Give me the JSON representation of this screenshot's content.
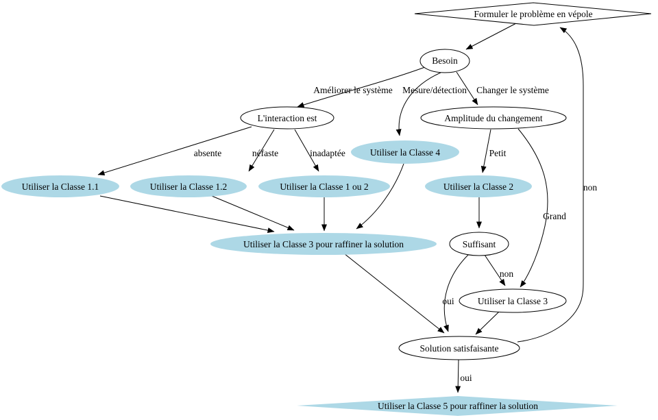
{
  "diagram": {
    "kind": "flowchart-decision-tree",
    "language": "fr",
    "background": "#ffffff"
  },
  "colors": {
    "highlight_node_fill": "#add8e6",
    "plain_node_fill": "#ffffff",
    "node_stroke": "#000000",
    "edge_stroke": "#000000",
    "text": "#000000"
  },
  "nodes": {
    "formuler": {
      "label": "Formuler le problème en vépole",
      "shape": "diamond",
      "fill": "white"
    },
    "besoin": {
      "label": "Besoin",
      "shape": "ellipse",
      "fill": "white"
    },
    "interaction": {
      "label": "L'interaction est",
      "shape": "ellipse",
      "fill": "white"
    },
    "amplitude": {
      "label": "Amplitude du changement",
      "shape": "ellipse",
      "fill": "white"
    },
    "classe4": {
      "label": "Utiliser la Classe 4",
      "shape": "ellipse",
      "fill": "lightblue"
    },
    "classe11": {
      "label": "Utiliser la Classe 1.1",
      "shape": "ellipse",
      "fill": "lightblue"
    },
    "classe12": {
      "label": "Utiliser la Classe 1.2",
      "shape": "ellipse",
      "fill": "lightblue"
    },
    "classe1ou2": {
      "label": "Utiliser la Classe 1 ou 2",
      "shape": "ellipse",
      "fill": "lightblue"
    },
    "classe2": {
      "label": "Utiliser la Classe 2",
      "shape": "ellipse",
      "fill": "lightblue"
    },
    "classe3raff": {
      "label": "Utiliser la Classe 3 pour raffiner la solution",
      "shape": "ellipse",
      "fill": "lightblue"
    },
    "suffisant": {
      "label": "Suffisant",
      "shape": "ellipse",
      "fill": "white"
    },
    "classe3": {
      "label": "Utiliser la Classe 3",
      "shape": "ellipse",
      "fill": "white"
    },
    "solution": {
      "label": "Solution satisfaisante",
      "shape": "ellipse",
      "fill": "white"
    },
    "classe5": {
      "label": "Utiliser la Classe 5 pour raffiner la solution",
      "shape": "diamond",
      "fill": "lightblue"
    }
  },
  "edges": [
    {
      "from": "formuler",
      "to": "besoin",
      "label": ""
    },
    {
      "from": "besoin",
      "to": "interaction",
      "label": "Améliorer le système"
    },
    {
      "from": "besoin",
      "to": "classe4",
      "label": "Mesure/détection"
    },
    {
      "from": "besoin",
      "to": "amplitude",
      "label": "Changer le système"
    },
    {
      "from": "interaction",
      "to": "classe11",
      "label": "absente"
    },
    {
      "from": "interaction",
      "to": "classe12",
      "label": "néfaste"
    },
    {
      "from": "interaction",
      "to": "classe1ou2",
      "label": "inadaptée"
    },
    {
      "from": "amplitude",
      "to": "classe2",
      "label": "Petit"
    },
    {
      "from": "amplitude",
      "to": "classe3",
      "label": "Grand"
    },
    {
      "from": "classe11",
      "to": "classe3raff",
      "label": ""
    },
    {
      "from": "classe12",
      "to": "classe3raff",
      "label": ""
    },
    {
      "from": "classe1ou2",
      "to": "classe3raff",
      "label": ""
    },
    {
      "from": "classe4",
      "to": "classe3raff",
      "label": ""
    },
    {
      "from": "classe2",
      "to": "suffisant",
      "label": ""
    },
    {
      "from": "suffisant",
      "to": "classe3",
      "label": "non"
    },
    {
      "from": "suffisant",
      "to": "solution",
      "label": "oui"
    },
    {
      "from": "classe3",
      "to": "solution",
      "label": ""
    },
    {
      "from": "classe3raff",
      "to": "solution",
      "label": ""
    },
    {
      "from": "solution",
      "to": "classe5",
      "label": "oui"
    },
    {
      "from": "solution",
      "to": "formuler",
      "label": "non"
    }
  ]
}
